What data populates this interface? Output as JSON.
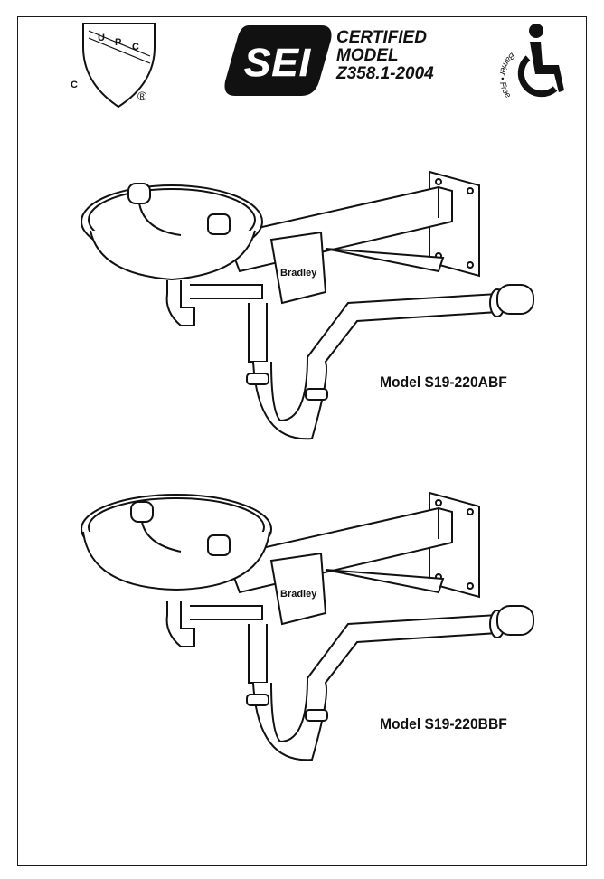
{
  "header": {
    "upc_letters": [
      "U",
      "P",
      "C"
    ],
    "upc_c": "C",
    "upc_registered": "®",
    "sei_logo_text": "SEI",
    "certification_lines": [
      "CERTIFIED",
      "MODEL",
      "Z358.1-2004"
    ],
    "accessibility_text": "Barrier • Free",
    "accessibility_icon": "wheelchair-icon"
  },
  "products": [
    {
      "model_label": "Model S19-220ABF",
      "brand": "Bradley"
    },
    {
      "model_label": "Model S19-220BBF",
      "brand": "Bradley"
    }
  ]
}
